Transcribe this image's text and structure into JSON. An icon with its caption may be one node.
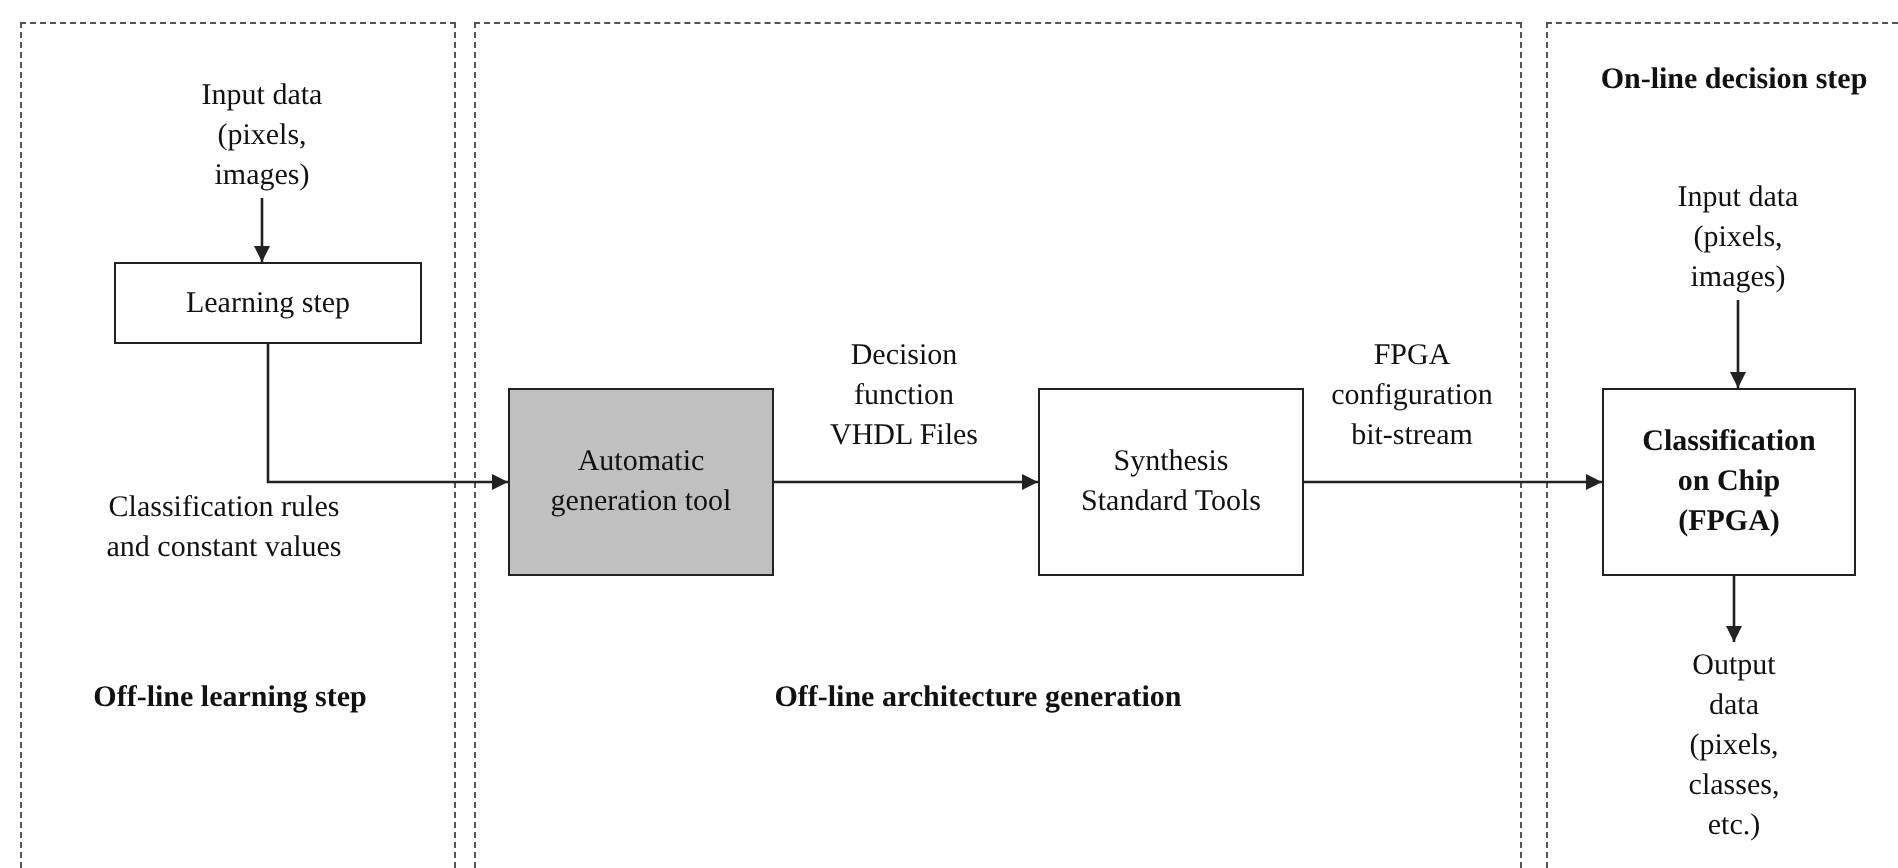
{
  "diagram": {
    "nodes": [
      {
        "text": [
          "Off-line learning step"
        ]
      },
      {
        "text": [
          "Input data (pixels, images)"
        ],
        "in": 0
      },
      {
        "text": [
          "Learning step"
        ],
        "in": 0
      },
      {
        "text": [
          "Off-line architecture generation"
        ]
      },
      {
        "text": [
          "Automatic generation tool"
        ],
        "in": 3
      },
      {
        "text": [
          "Synthesis Standard Tools"
        ],
        "in": 3
      },
      {
        "text": [
          "On-line decision step"
        ]
      },
      {
        "text": [
          "Input data (pixels, images)"
        ],
        "in": 6
      },
      {
        "text": [
          "Classification on Chip (FPGA)"
        ],
        "in": 6
      },
      {
        "text": [
          "Output data (pixels, classes, etc.)"
        ],
        "in": 6
      }
    ],
    "edges": [
      {
        "from": 1,
        "to": 2,
        "arrow": "to"
      },
      {
        "from": 2,
        "to": 4,
        "arrow": "to",
        "label": "Classification rules and constant values"
      },
      {
        "from": 4,
        "to": 5,
        "arrow": "to",
        "label": "Decision function VHDL Files"
      },
      {
        "from": 5,
        "to": 8,
        "arrow": "to",
        "label": "FPGA configuration bit-stream"
      },
      {
        "from": 7,
        "to": 8,
        "arrow": "to"
      },
      {
        "from": 8,
        "to": 9,
        "arrow": "to"
      }
    ]
  }
}
